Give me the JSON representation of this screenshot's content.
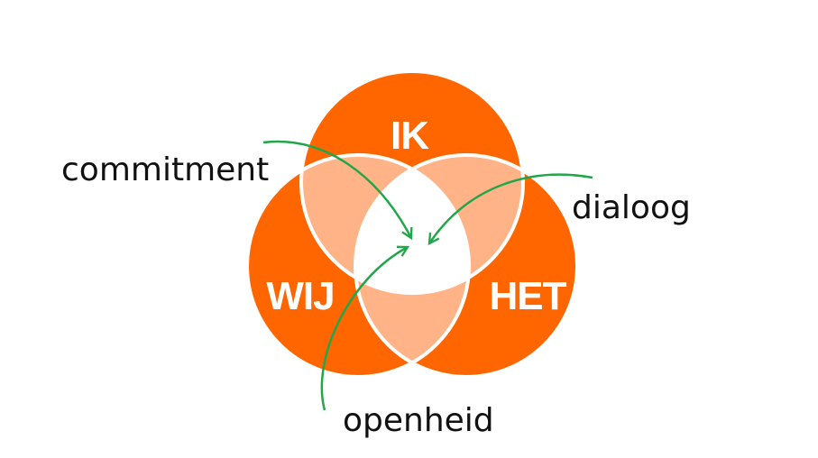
{
  "diagram": {
    "circles": [
      {
        "id": "ik",
        "label": "IK"
      },
      {
        "id": "wij",
        "label": "WIJ"
      },
      {
        "id": "het",
        "label": "HET"
      }
    ],
    "annotations": [
      {
        "id": "commitment",
        "text": "commitment"
      },
      {
        "id": "dialoog",
        "text": "dialoog"
      },
      {
        "id": "openheid",
        "text": "openheid"
      }
    ],
    "colors": {
      "circle_fill": "#FF6600",
      "pair_overlap_fill": "#FFB386",
      "center_fill": "#FFFFFF",
      "outline": "#FFFFFF",
      "arrow": "#22A64A",
      "text": "#111111"
    }
  }
}
